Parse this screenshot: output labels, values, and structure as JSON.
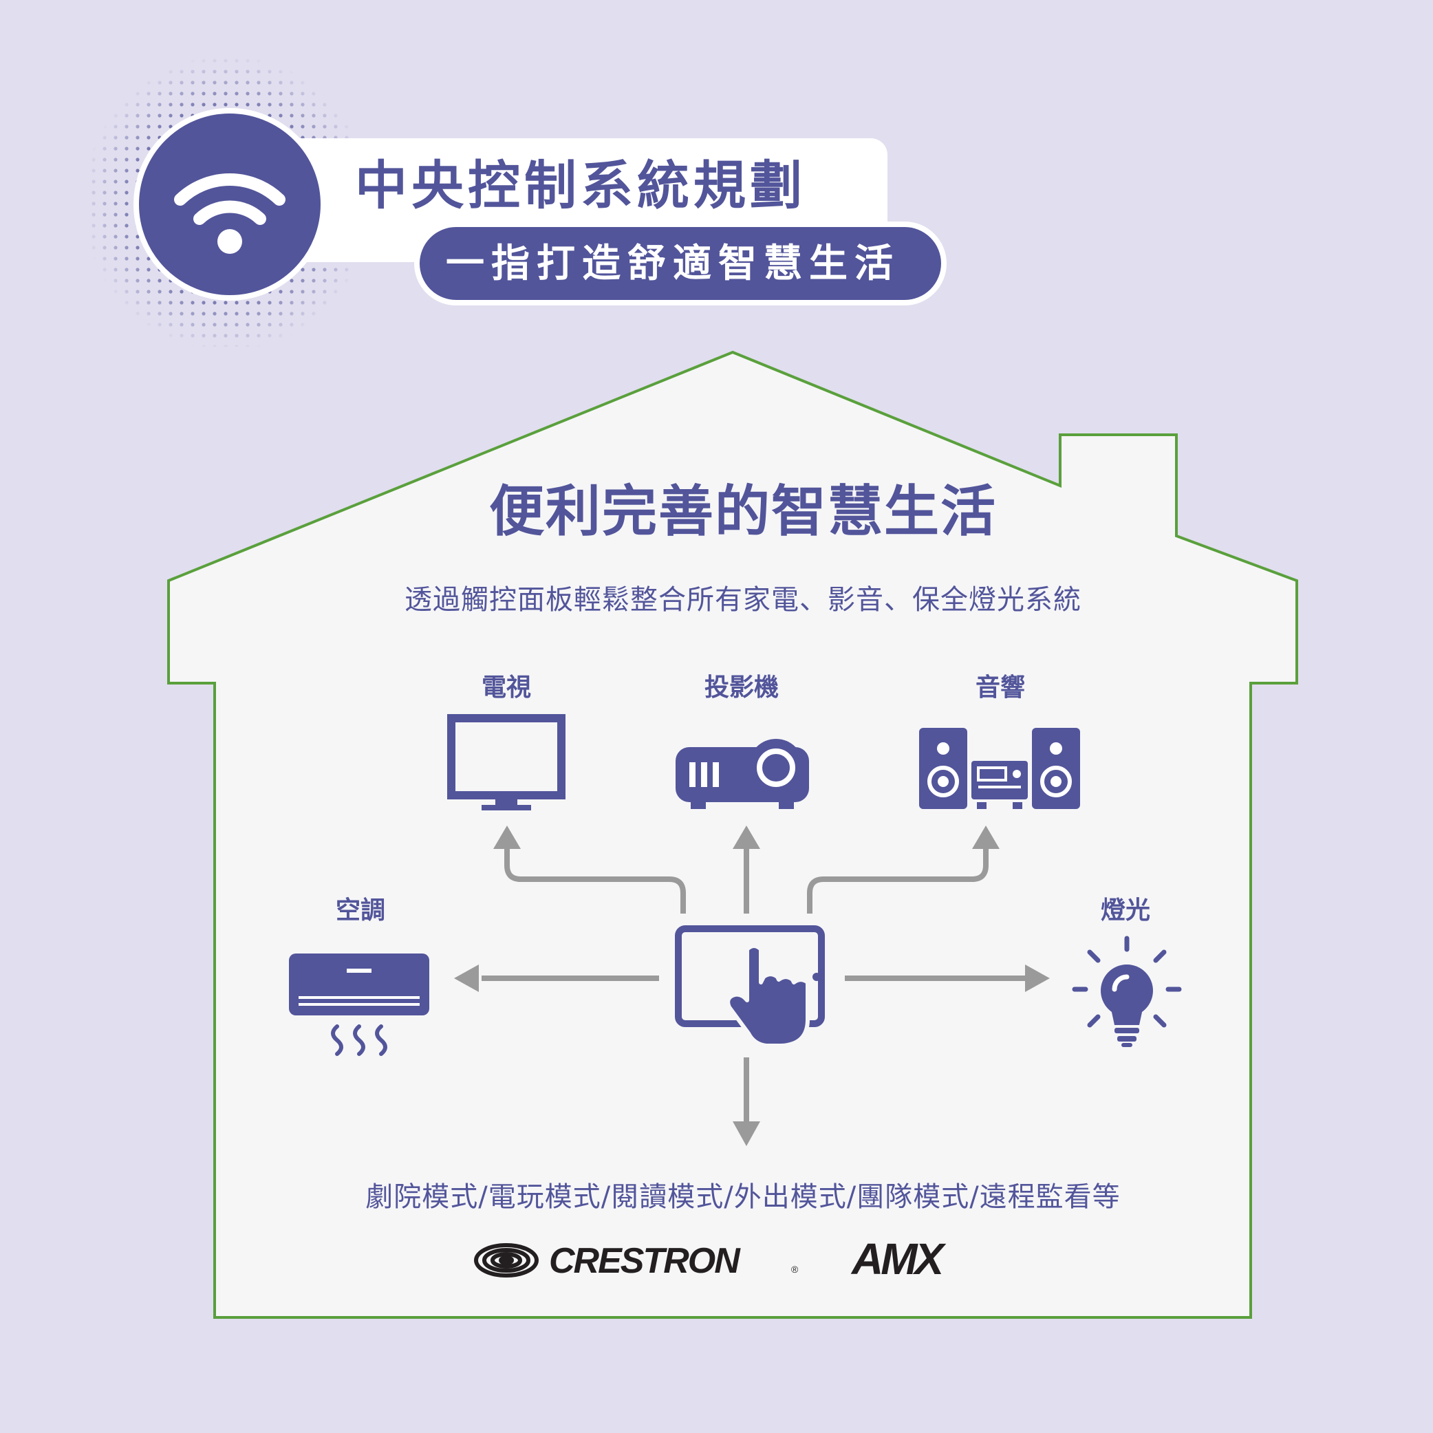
{
  "header": {
    "title": "中央控制系統規劃",
    "subtitle": "一指打造舒適智慧生活"
  },
  "house": {
    "heading": "便利完善的智慧生活",
    "description": "透過觸控面板輕鬆整合所有家電、影音、保全燈光系統",
    "modes": "劇院模式/電玩模式/閱讀模式/外出模式/團隊模式/遠程監看等"
  },
  "devices": {
    "tv": "電視",
    "projector": "投影機",
    "audio": "音響",
    "aircon": "空調",
    "lighting": "燈光"
  },
  "brands": {
    "crestron": "CRESTRON",
    "crestron_mark": "®",
    "amx": "AMX"
  },
  "colors": {
    "background": "#e1deef",
    "primary": "#52559a",
    "house_outline": "#5aa03c",
    "house_fill": "#f6f6f7",
    "arrow": "#9a9a9a"
  }
}
